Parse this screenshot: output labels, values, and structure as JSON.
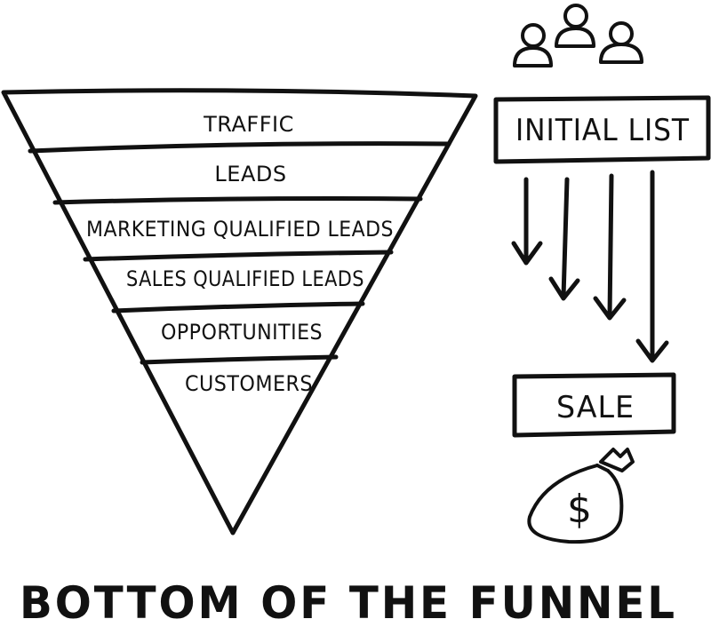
{
  "funnel": {
    "stages": [
      {
        "label": "TRAFFIC"
      },
      {
        "label": "LEADS"
      },
      {
        "label": "MARKETING QUALIFIED LEADS"
      },
      {
        "label": "SALES QUALIFIED LEADS"
      },
      {
        "label": "OPPORTUNITIES"
      },
      {
        "label": "CUSTOMERS"
      }
    ]
  },
  "flow": {
    "top_box": "INITIAL LIST",
    "bottom_box": "SALE",
    "money_symbol": "$"
  },
  "footer": {
    "title": "BOTTOM OF THE FUNNEL"
  },
  "icons": [
    "people-icon",
    "down-arrow-icon",
    "money-bag-icon"
  ]
}
